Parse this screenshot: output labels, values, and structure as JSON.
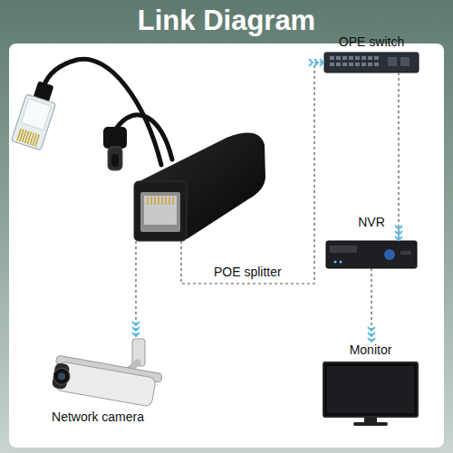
{
  "diagram": {
    "title": "Link Diagram",
    "nodes": [
      {
        "text": [
          "POE splitter"
        ]
      },
      {
        "text": [
          "OPE switch"
        ]
      },
      {
        "text": [
          "NVR"
        ]
      },
      {
        "text": [
          "Monitor"
        ]
      },
      {
        "text": [
          "Network camera"
        ]
      }
    ],
    "edges": [
      {
        "from": 0,
        "to": 1,
        "arrow": "to"
      },
      {
        "from": 1,
        "to": 2,
        "arrow": "to"
      },
      {
        "from": 2,
        "to": 3,
        "arrow": "to"
      },
      {
        "from": 0,
        "to": 4,
        "arrow": "to"
      }
    ]
  }
}
